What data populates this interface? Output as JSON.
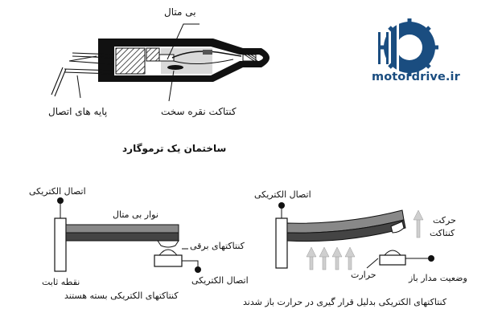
{
  "diagram": {
    "top": {
      "bimetal_label": "بی متال",
      "terminal_pins_label": "پایه های اتصال",
      "silver_contacts_label": "کنتاکت نقره سخت",
      "caption": "ساختمان یک ترموگارد"
    },
    "left": {
      "terminal_top_label": "اتصال الکتریکی",
      "strip_label": "نوار بی متال",
      "contacts_label": "کنتاکتهای برقی",
      "fixed_point_label": "نقطه ثابت",
      "terminal_bottom_label": "اتصال الکتریکی",
      "caption": "کنتاکتهای الکتریکی بسته هستند"
    },
    "right": {
      "terminal_top_label": "اتصال الکتریکی",
      "motion_label_1": "حرکت",
      "motion_label_2": "کنتاکت",
      "heat_label": "حرارت",
      "open_state_label": "وضعیت مدار باز",
      "caption": "کنتاکتهای الکتریکی بدلیل قرار گیری در حرارت باز شدند"
    }
  },
  "logo": {
    "text": "motordrive.ir",
    "color": "#1a4d80"
  }
}
